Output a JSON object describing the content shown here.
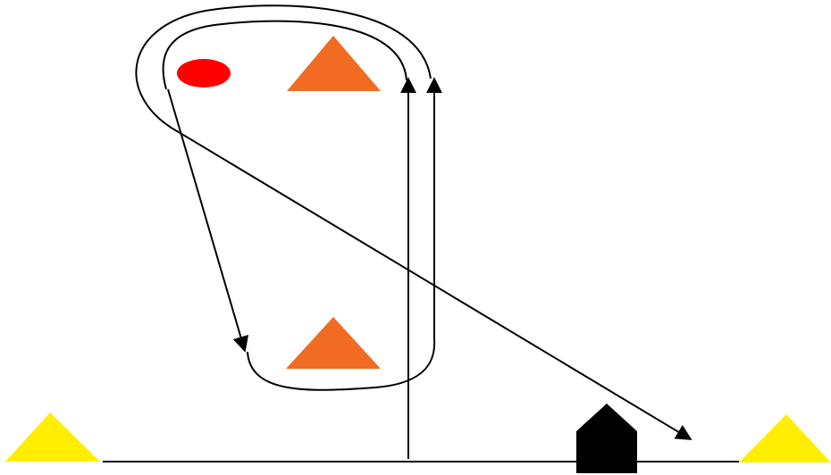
{
  "diagram": {
    "background": "#ffffff",
    "colors": {
      "stroke": "#000000",
      "cone": "#f26b22",
      "ball": "#ff0000",
      "yellow_cone": "#ffee00",
      "house": "#000000"
    },
    "elements": [
      {
        "kind": "ball",
        "icon": "red-ellipse"
      },
      {
        "kind": "cone",
        "icon": "orange-triangle",
        "count": 2
      },
      {
        "kind": "marker",
        "icon": "yellow-triangle",
        "count": 2
      },
      {
        "kind": "goal",
        "icon": "black-house"
      }
    ]
  }
}
